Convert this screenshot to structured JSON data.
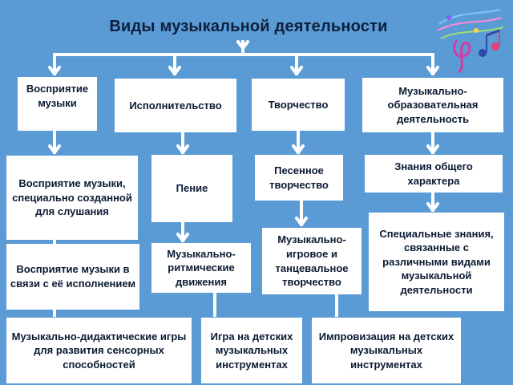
{
  "title": "Виды музыкальной деятельности",
  "nodes": {
    "perception": "Восприятие музыки",
    "performance": "Исполнительство",
    "creativity": "Творчество",
    "education": "Музыкально-образовательная деятельность",
    "perception_listening": "Восприятие музыки, специально созданной для слушания",
    "perception_performing": "Восприятие музыки в связи с её исполнением",
    "didactic_games": "Музыкально-дидактические игры для развития сенсорных способностей",
    "singing": "Пение",
    "rhythmic_movements": "Музыкально-ритмические движения",
    "playing_instruments": "Игра на детских музыкальных инструментах",
    "song_creativity": "Песенное творчество",
    "game_dance_creativity": "Музыкально-игровое и танцевальное творчество",
    "improvisation": "Импровизация на детских музыкальных инструментах",
    "general_knowledge": "Знания общего характера",
    "special_knowledge": "Специальные знания, связанные с различными видами музыкальной деятельности"
  },
  "colors": {
    "background": "#5b9bd5",
    "box": "#ffffff",
    "connector": "#ffffff",
    "text": "#0b1a33"
  },
  "icons": [
    "music-notes-decoration-icon"
  ]
}
